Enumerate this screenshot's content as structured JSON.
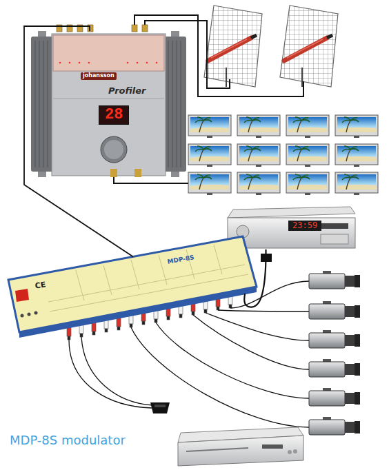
{
  "diagram": {
    "nodes": [
      {
        "text": [
          "johansson",
          "Profiler"
        ]
      },
      {
        "text": [
          "28"
        ],
        "in": 0
      },
      {
        "text": [
          "23:59"
        ]
      },
      {
        "text": [
          "MDP-8S",
          "CE"
        ]
      }
    ],
    "edges": [
      {
        "from": 0,
        "to": 3,
        "arrow": "none"
      },
      {
        "from": 2,
        "to": 3,
        "arrow": "none"
      }
    ],
    "labels": [
      "MDP-8S modulator"
    ]
  }
}
